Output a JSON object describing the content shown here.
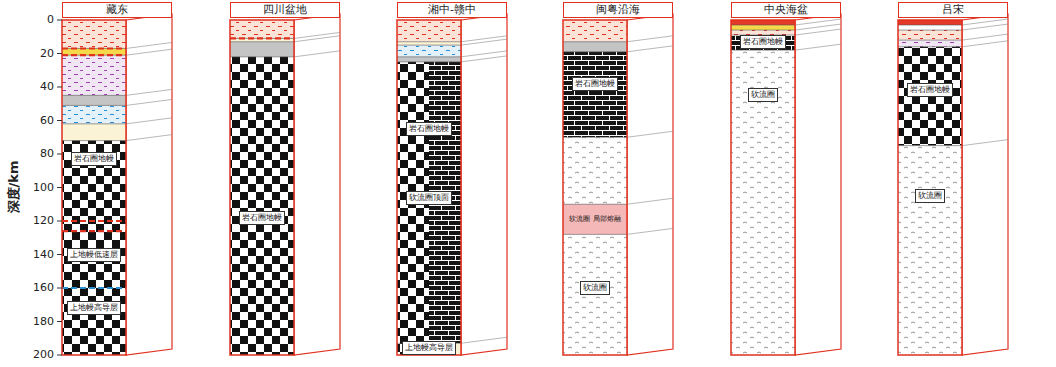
{
  "diagram": {
    "nodes": [
      {
        "text": [
          "藏东"
        ]
      },
      {
        "text": [
          "岩石圈地幔"
        ],
        "in": 0
      },
      {
        "text": [
          "上地幔低速层"
        ],
        "in": 0
      },
      {
        "text": [
          "上地幔高导层"
        ],
        "in": 0
      },
      {
        "text": [
          "四川盆地"
        ]
      },
      {
        "text": [
          "岩石圈地幔"
        ],
        "in": 4
      },
      {
        "text": [
          "湘中-赣中"
        ]
      },
      {
        "text": [
          "岩石圈地幔"
        ],
        "in": 6
      },
      {
        "text": [
          "软流圈顶面"
        ],
        "in": 6
      },
      {
        "text": [
          "上地幔高导层"
        ],
        "in": 6
      },
      {
        "text": [
          "闽粤沿海"
        ]
      },
      {
        "text": [
          "岩石圈地幔"
        ],
        "in": 10
      },
      {
        "text": [
          "软流圈 局部熔融"
        ],
        "in": 10
      },
      {
        "text": [
          "软流圈"
        ],
        "in": 10
      },
      {
        "text": [
          "中央海盆"
        ]
      },
      {
        "text": [
          "岩石圈地幔"
        ],
        "in": 14
      },
      {
        "text": [
          "软流圈"
        ],
        "in": 14
      },
      {
        "text": [
          "吕宋"
        ]
      },
      {
        "text": [
          "岩石圈地幔"
        ],
        "in": 17
      },
      {
        "text": [
          "软流圈"
        ],
        "in": 17
      }
    ],
    "labels": [
      "深度/km",
      "0",
      "20",
      "40",
      "60",
      "80",
      "100",
      "120",
      "140",
      "160",
      "180",
      "200"
    ]
  }
}
